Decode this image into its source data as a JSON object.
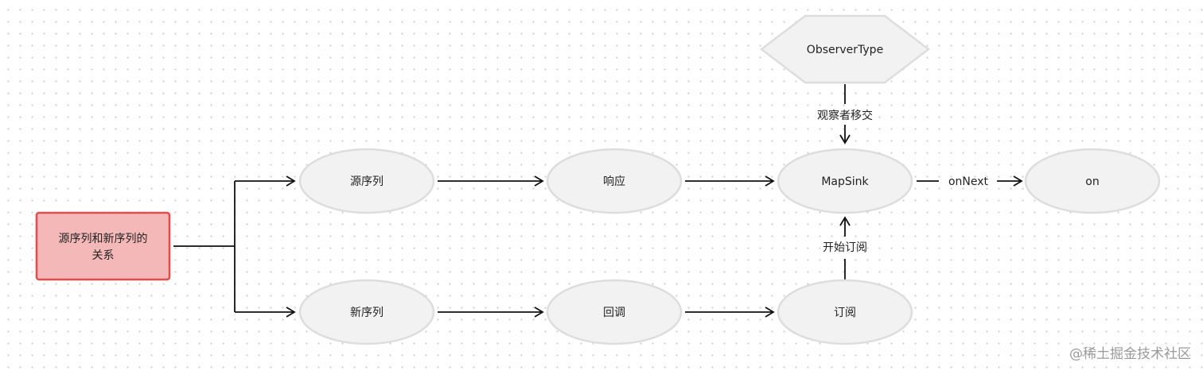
{
  "diagram": {
    "root": {
      "line1": "源序列和新序列的",
      "line2": "关系",
      "fill": "#f5b8b8",
      "stroke": "#e8494a"
    },
    "nodes": {
      "source_sequence": "源序列",
      "response": "响应",
      "map_sink": "MapSink",
      "on": "on",
      "new_sequence": "新序列",
      "callback": "回调",
      "subscribe": "订阅",
      "observer_type": "ObserverType"
    },
    "edges": {
      "on_next": "onNext",
      "observer_handover": "观察者移交",
      "start_subscribe": "开始订阅"
    },
    "colors": {
      "node_fill": "#f2f2f2",
      "node_stroke": "#dddddd",
      "line": "#111111"
    }
  },
  "watermark": "@稀土掘金技术社区"
}
